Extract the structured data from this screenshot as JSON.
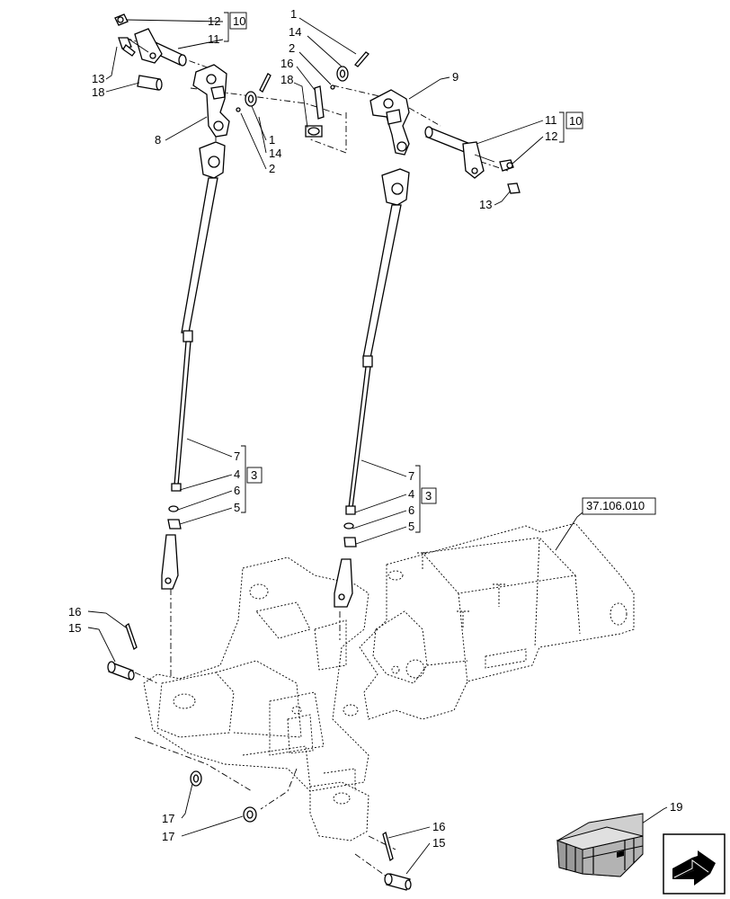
{
  "callouts": [
    {
      "id": "c12a",
      "text": "12"
    },
    {
      "id": "c11a",
      "text": "11"
    },
    {
      "id": "c10a",
      "text": "10"
    },
    {
      "id": "c13a",
      "text": "13"
    },
    {
      "id": "c18a",
      "text": "18"
    },
    {
      "id": "c8",
      "text": "8"
    },
    {
      "id": "c1a",
      "text": "1"
    },
    {
      "id": "c14a",
      "text": "14"
    },
    {
      "id": "c2a",
      "text": "2"
    },
    {
      "id": "c1b",
      "text": "1"
    },
    {
      "id": "c14b",
      "text": "14"
    },
    {
      "id": "c2b",
      "text": "2"
    },
    {
      "id": "c16a",
      "text": "16"
    },
    {
      "id": "c18b",
      "text": "18"
    },
    {
      "id": "c9",
      "text": "9"
    },
    {
      "id": "c11b",
      "text": "11"
    },
    {
      "id": "c10b",
      "text": "10"
    },
    {
      "id": "c12b",
      "text": "12"
    },
    {
      "id": "c13b",
      "text": "13"
    },
    {
      "id": "c7a",
      "text": "7"
    },
    {
      "id": "c4a",
      "text": "4"
    },
    {
      "id": "c3a",
      "text": "3"
    },
    {
      "id": "c6a",
      "text": "6"
    },
    {
      "id": "c5a",
      "text": "5"
    },
    {
      "id": "c7b",
      "text": "7"
    },
    {
      "id": "c4b",
      "text": "4"
    },
    {
      "id": "c3b",
      "text": "3"
    },
    {
      "id": "c6b",
      "text": "6"
    },
    {
      "id": "c5b",
      "text": "5"
    },
    {
      "id": "cref",
      "text": "37.106.010"
    },
    {
      "id": "c16b",
      "text": "16"
    },
    {
      "id": "c15a",
      "text": "15"
    },
    {
      "id": "c17a",
      "text": "17"
    },
    {
      "id": "c17b",
      "text": "17"
    },
    {
      "id": "c16c",
      "text": "16"
    },
    {
      "id": "c15b",
      "text": "15"
    },
    {
      "id": "c19",
      "text": "19"
    }
  ],
  "icons": [
    "kit-box-icon",
    "navigation-arrow-icon"
  ]
}
